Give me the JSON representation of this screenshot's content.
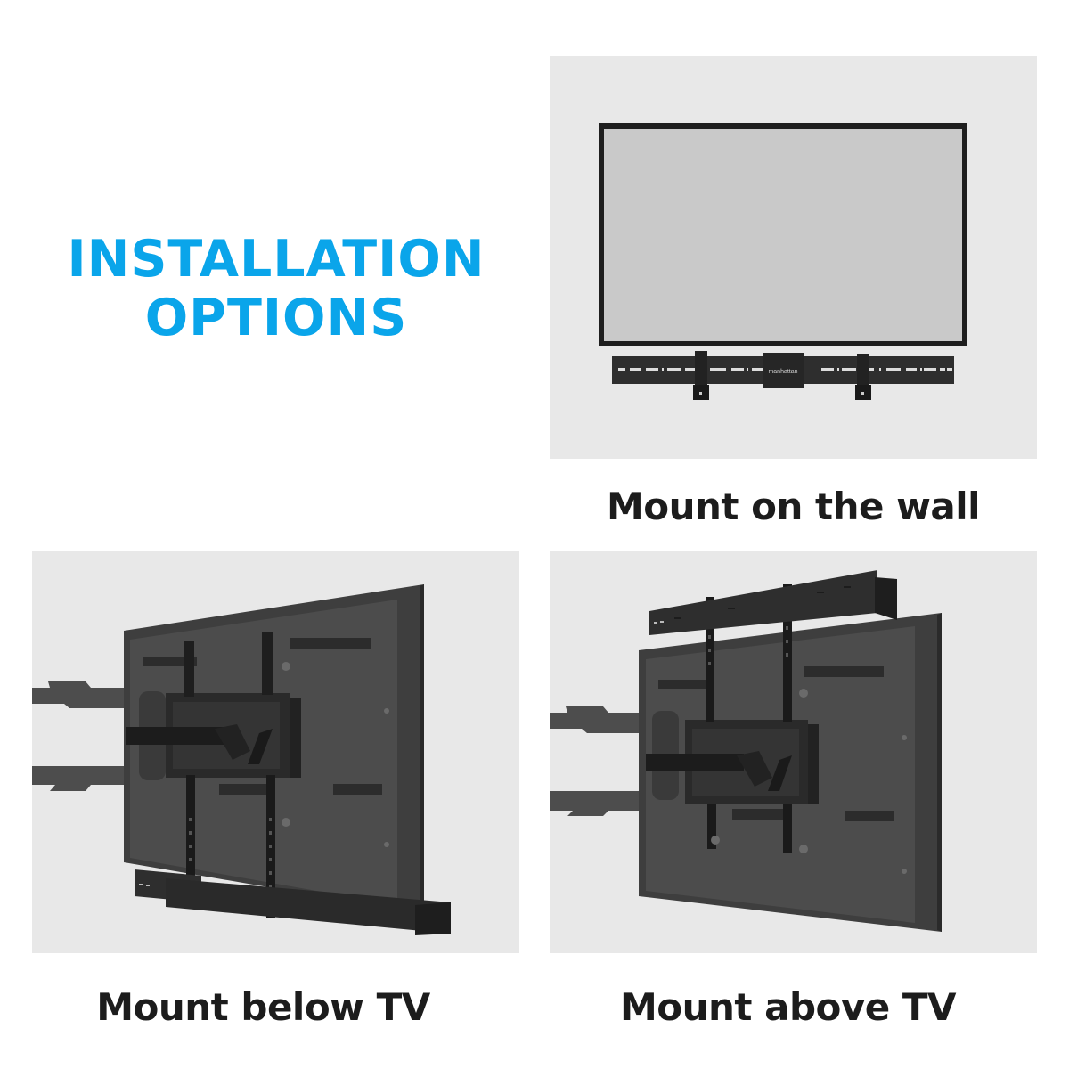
{
  "theme": {
    "accent_color": "#0AA5EA",
    "panel_bg": "#e8e8e8",
    "caption_color": "#1c1c1c",
    "tv_screen_color": "#c9c9c9",
    "tv_bezel_color": "#1e1e1e",
    "tv_back_color": "#4a4a4a"
  },
  "title": {
    "line1": "INSTALLATION",
    "line2": "OPTIONS"
  },
  "options": [
    {
      "id": "wall",
      "caption": "Mount on the wall",
      "illustration": "tv-with-soundbar-bracket-on-wall",
      "brand_label": "manhattan"
    },
    {
      "id": "below",
      "caption": "Mount below TV",
      "illustration": "soundbar-mounted-below-tv-back-view"
    },
    {
      "id": "above",
      "caption": "Mount above TV",
      "illustration": "soundbar-mounted-above-tv-back-view"
    }
  ]
}
